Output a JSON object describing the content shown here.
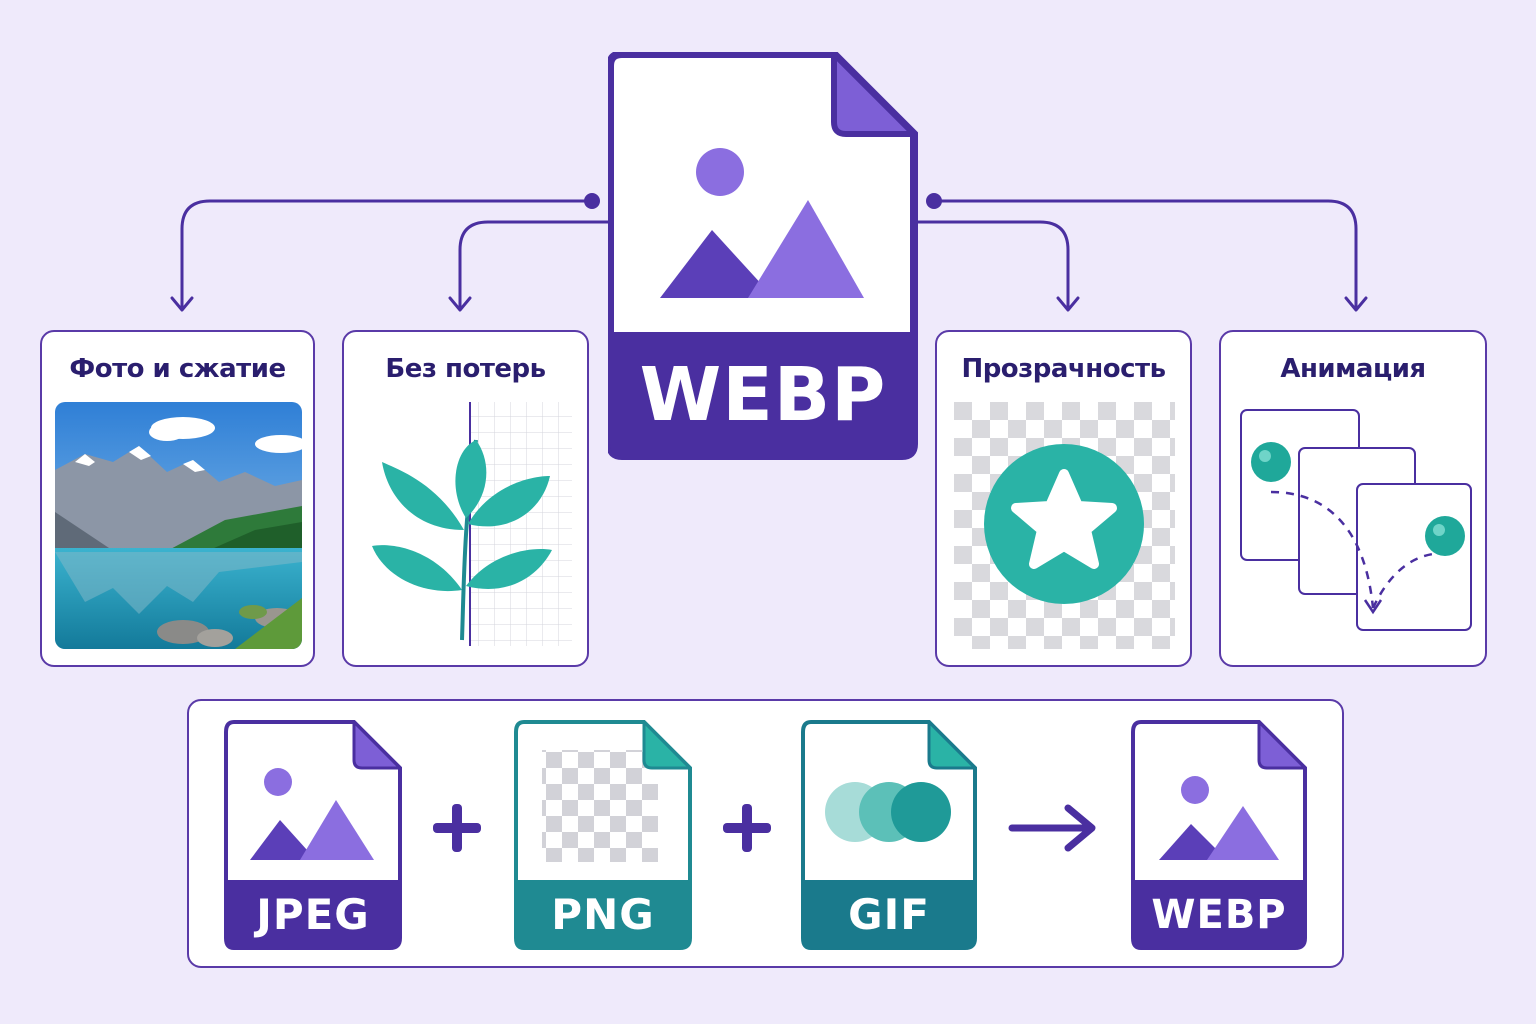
{
  "main_file": {
    "label": "WEBP"
  },
  "cards": [
    {
      "title": "Фото и сжатие",
      "icon": "mountain-lake-photo"
    },
    {
      "title": "Без потерь",
      "icon": "leaf-grid-icon"
    },
    {
      "title": "Прозрачность",
      "icon": "star-badge-icon"
    },
    {
      "title": "Анимация",
      "icon": "animation-frames-icon"
    }
  ],
  "bottom_row": {
    "files": [
      {
        "label": "JPEG",
        "color": "#4a2fa0"
      },
      {
        "label": "PNG",
        "color": "#1f8a92"
      },
      {
        "label": "GIF",
        "color": "#1a7a8c"
      },
      {
        "label": "WEBP",
        "color": "#4a2fa0"
      }
    ],
    "operators": [
      "+",
      "+",
      "→"
    ]
  },
  "colors": {
    "primary": "#4a2fa0",
    "accent_purple": "#7d5fd6",
    "teal": "#2ab3a6",
    "background": "#efeafb"
  }
}
